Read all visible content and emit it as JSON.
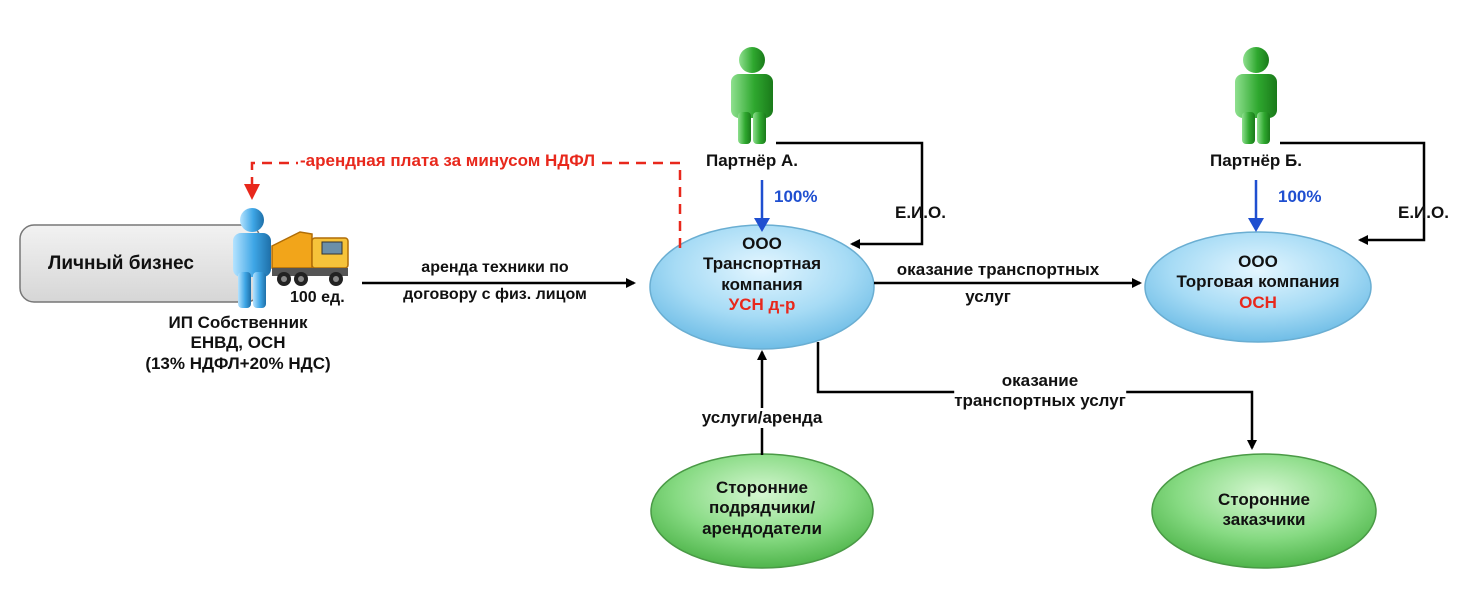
{
  "colors": {
    "accent_red": "#e8281c",
    "accent_blue": "#1f4fd0",
    "bubble_blue": "#a9dcf5",
    "bubble_green": "#7fd77f",
    "person_green": "#2fa82f",
    "person_blue": "#3ea6e6"
  },
  "personal_business": {
    "label": "Личный бизнес",
    "truck_count": "100 ед.",
    "owner_line1": "ИП Собственник",
    "owner_line2": "ЕНВД, ОСН",
    "owner_line3": "(13% НДФЛ+20% НДС)"
  },
  "transport_company": {
    "line1": "ООО",
    "line2": "Транспортная",
    "line3": "компания",
    "regime": "УСН д-р"
  },
  "trading_company": {
    "line1": "ООО",
    "line2": "Торговая компания",
    "regime": "ОСН"
  },
  "contractors": {
    "line1": "Сторонние",
    "line2": "подрядчики/",
    "line3": "арендодатели"
  },
  "customers": {
    "line1": "Сторонние",
    "line2": "заказчики"
  },
  "partner_a": {
    "name": "Партнёр А.",
    "share": "100%",
    "role": "Е.И.О."
  },
  "partner_b": {
    "name": "Партнёр Б.",
    "share": "100%",
    "role": "Е.И.О."
  },
  "arrows": {
    "rent_payment": "-арендная плата за минусом НДФЛ",
    "rent_equipment_line1": "аренда техники по",
    "rent_equipment_line2": "договору с физ. лицом",
    "transport_services_line1": "оказание транспортных",
    "transport_services_line2": "услуг",
    "services_rent": "услуги/аренда",
    "transport_to_customers_line1": "оказание",
    "transport_to_customers_line2": "транспортных услуг"
  }
}
